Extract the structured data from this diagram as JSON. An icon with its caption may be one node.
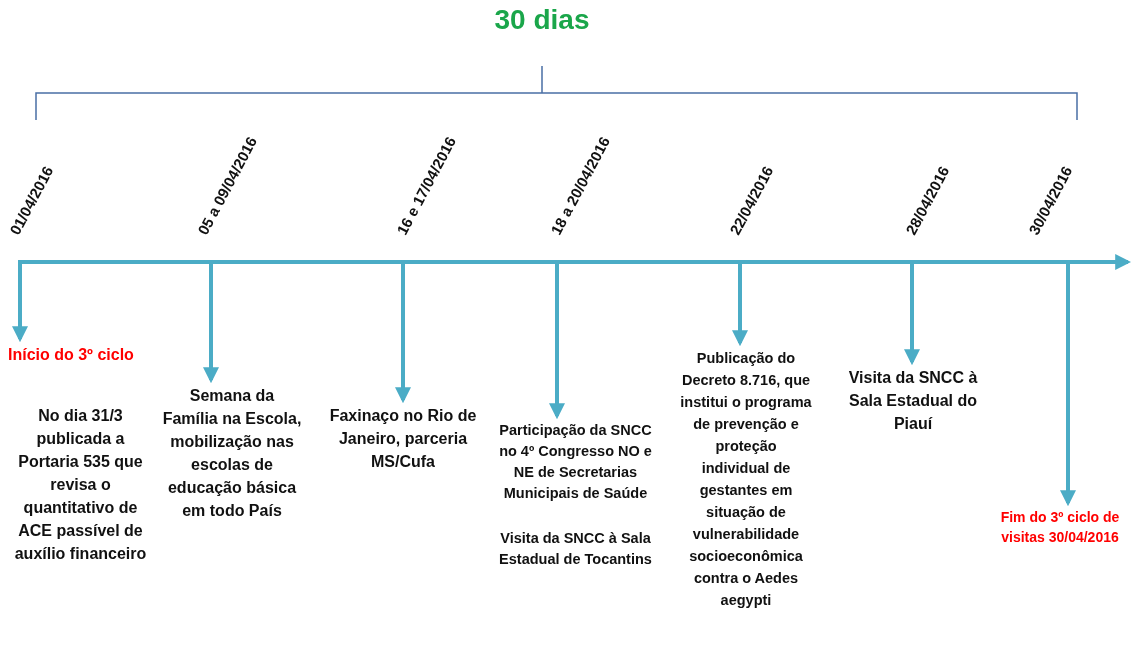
{
  "diagram": {
    "title": "30 dias",
    "nodes": [
      {
        "text": [
          "Início do 3º ciclo",
          "No dia 31/3 publicada a Portaria 535 que revisa o quantitativo de ACE passível de auxílio financeiro"
        ]
      },
      {
        "text": [
          "Semana da Família na Escola, mobilização nas escolas de educação básica em todo País"
        ]
      },
      {
        "text": [
          "Faxinaço no Rio de Janeiro, parceria MS/Cufa"
        ]
      },
      {
        "text": [
          "Participação da SNCC no 4º Congresso NO e NE de Secretarias Municipais de Saúde",
          "Visita da SNCC à Sala Estadual de Tocantins"
        ]
      },
      {
        "text": [
          "Publicação do Decreto 8.716, que institui o programa de prevenção e proteção individual de gestantes em situação de vulnerabilidade socioeconômica contra o Aedes aegypti"
        ]
      },
      {
        "text": [
          "Visita da SNCC à Sala Estadual do Piauí"
        ]
      },
      {
        "text": [
          "Fim do 3º ciclo de visitas 30/04/2016"
        ]
      }
    ],
    "edges": [
      {
        "from": null,
        "to": 0,
        "arrow": "to"
      },
      {
        "from": null,
        "to": 1,
        "arrow": "to"
      },
      {
        "from": null,
        "to": 2,
        "arrow": "to"
      },
      {
        "from": null,
        "to": 3,
        "arrow": "to"
      },
      {
        "from": null,
        "to": 4,
        "arrow": "to"
      },
      {
        "from": null,
        "to": 5,
        "arrow": "to"
      },
      {
        "from": null,
        "to": 6,
        "arrow": "to"
      }
    ],
    "labels": [
      "01/04/2016",
      "05 a 09/04/2016",
      "16 e 17/04/2016",
      "18 a 20/04/2016",
      "22/04/2016",
      "28/04/2016",
      "30/04/2016"
    ]
  }
}
